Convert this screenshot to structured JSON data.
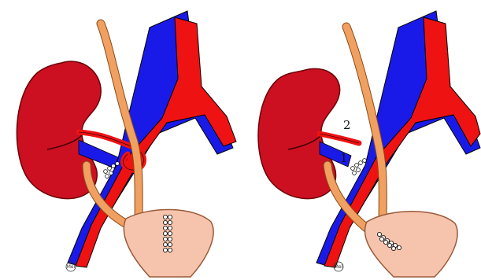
{
  "figure": {
    "left_panel": {
      "signature": "Mel"
    },
    "right_panel": {
      "labels": [
        "2",
        "1"
      ],
      "signature": "Mel"
    }
  },
  "colors": {
    "kidney": "#cc1021",
    "kidney_outline": "#6a0008",
    "artery": "#ee1212",
    "vein": "#1a1ae8",
    "ureter": "#f0a060",
    "ureter_outline": "#8a4a18",
    "bladder": "#f6c4ac",
    "bladder_outline": "#9a5a3a",
    "suture": "#ffffff"
  }
}
